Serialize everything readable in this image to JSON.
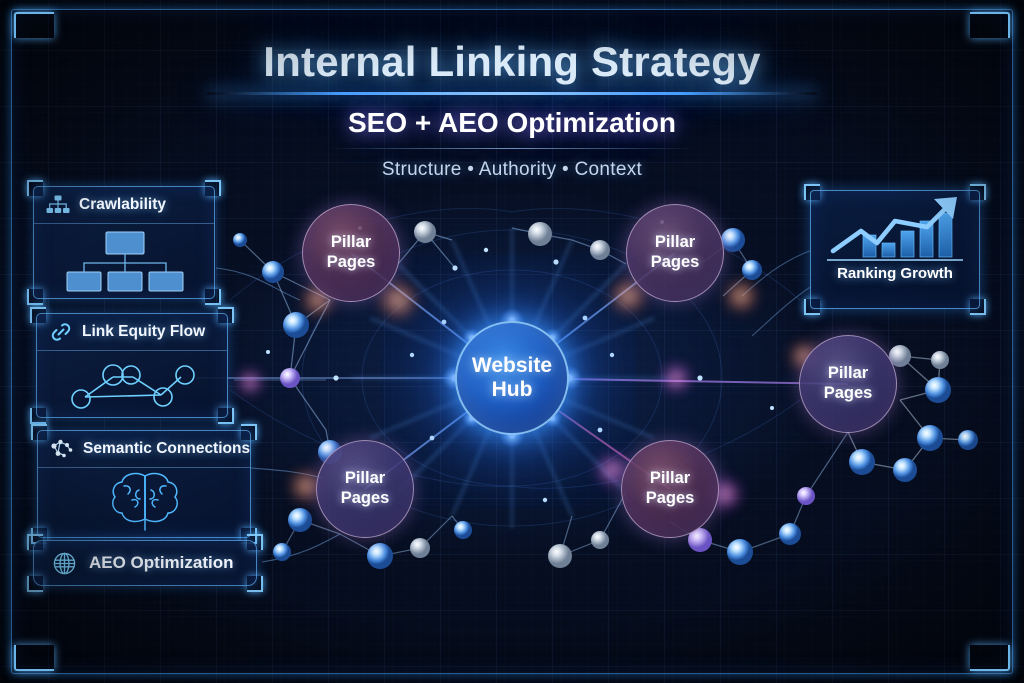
{
  "header": {
    "title": "Internal Linking Strategy",
    "subtitle": "SEO + AEO Optimization",
    "tagline": "Structure • Authority • Context"
  },
  "diagram": {
    "hub": {
      "line1": "Website",
      "line2": "Hub"
    },
    "pillars": [
      {
        "line1": "Pillar",
        "line2": "Pages",
        "position": "top-left"
      },
      {
        "line1": "Pillar",
        "line2": "Pages",
        "position": "top-right"
      },
      {
        "line1": "Pillar",
        "line2": "Pages",
        "position": "right"
      },
      {
        "line1": "Pillar",
        "line2": "Pages",
        "position": "bottom-left"
      },
      {
        "line1": "Pillar",
        "line2": "Pages",
        "position": "bottom-right"
      }
    ]
  },
  "left_cards": [
    {
      "label": "Crawlability",
      "icon": "sitemap-icon",
      "illustration": "hierarchy-tree"
    },
    {
      "label": "Link Equity Flow",
      "icon": "chain-link-icon",
      "illustration": "node-flow-graph"
    },
    {
      "label": "Semantic Connections",
      "icon": "node-network-icon",
      "illustration": "brain"
    },
    {
      "label": "AEO Optimization",
      "icon": "globe-icon",
      "illustration": "none"
    }
  ],
  "right_panel": {
    "label": "Ranking Growth",
    "icon": "growth-chart-icon",
    "chart_bars": [
      34,
      22,
      42,
      62,
      84
    ]
  },
  "colors": {
    "background": "#03060f",
    "frame_blue": "#4da2ff",
    "hub_blue": "#2f7fe0",
    "title_text": "#dbeaf8",
    "pillar_purple": "#6b4a7a",
    "accent_cyan": "#8fd2ff"
  }
}
